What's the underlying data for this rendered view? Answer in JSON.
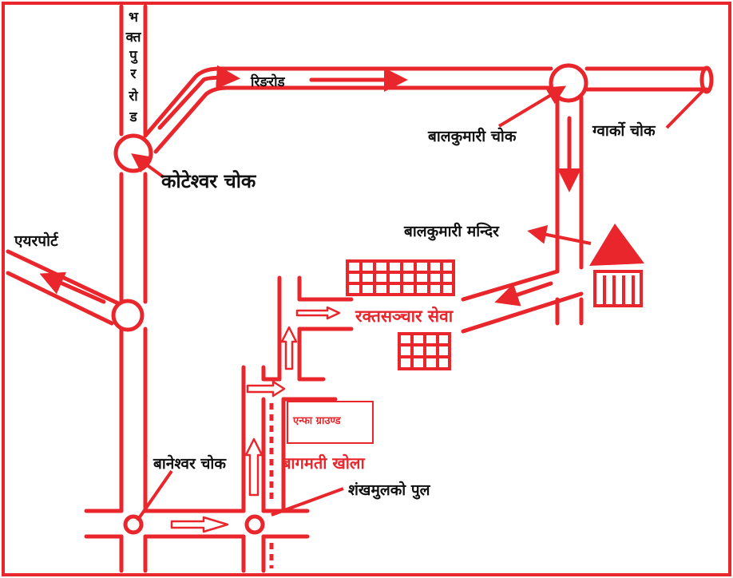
{
  "colors": {
    "road": "#e8262b",
    "text_dark": "#111111",
    "text_red": "#e8262b",
    "background": "#ffffff"
  },
  "labels": {
    "bhaktapur_road": [
      "भ",
      "क्त",
      "पु",
      "र",
      "रो",
      "ड"
    ],
    "ring_road": "रिङरोड",
    "koteshwor_chowk": "कोटेश्वर चोक",
    "balkumari_chowk": "बालकुमारी चोक",
    "gwarko_chowk": "ग्वार्को चोक",
    "airport": "एयरपोर्ट",
    "balkumari_mandir": "बालकुमारी मन्दिर",
    "blood_service": "रक्तसञ्चार सेवा",
    "anfa_ground": "एन्फा ग्राउण्ड",
    "baneshwor_chowk": "बानेश्वर चोक",
    "bagmati_river": "बागमती खोला",
    "shankhamul_bridge": "शंखमुलको पुल"
  },
  "icons": {
    "temple": "temple-icon",
    "building": "building-icon",
    "arrow": "direction-arrow-icon"
  }
}
